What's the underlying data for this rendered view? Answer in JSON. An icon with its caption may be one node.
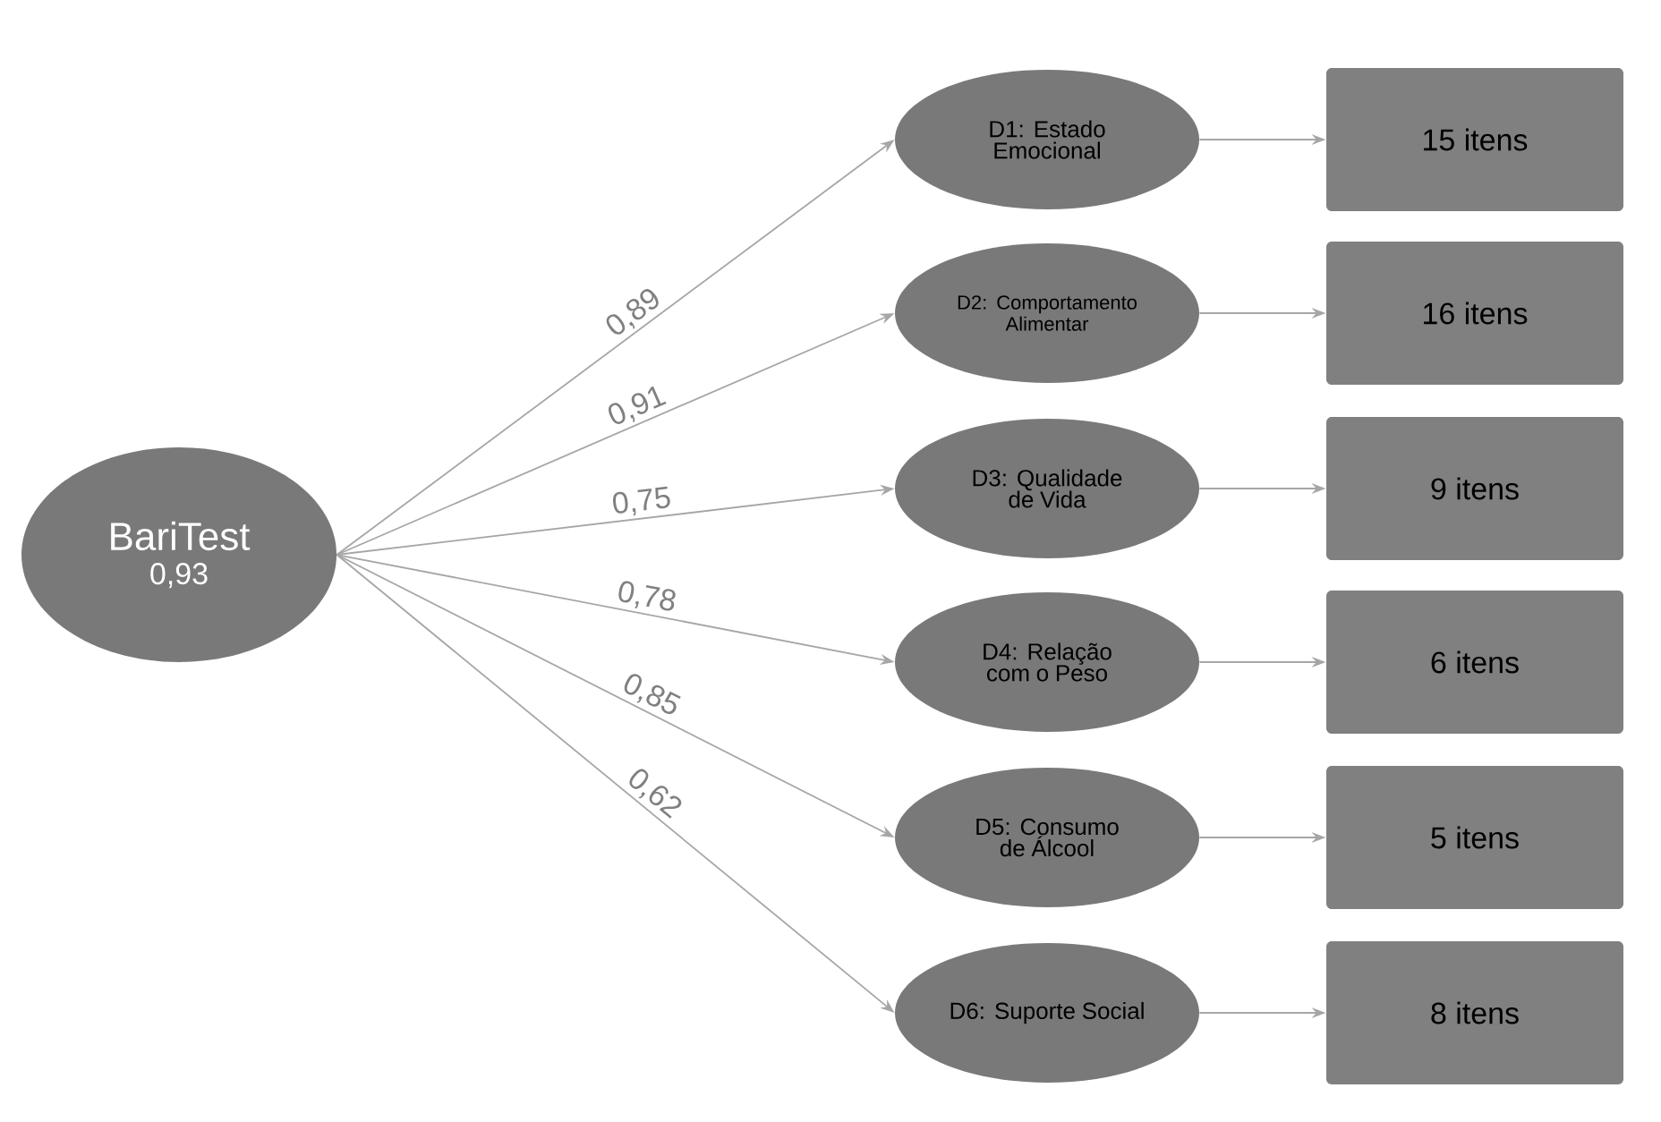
{
  "diagram": {
    "nodes": [
      {
        "text": [
          "BariTest",
          "0,93"
        ]
      },
      {
        "text": [
          "D1: Estado Emocional"
        ]
      },
      {
        "text": [
          "D2: Comportamento Alimentar"
        ]
      },
      {
        "text": [
          "D3: Qualidade de Vida"
        ]
      },
      {
        "text": [
          "D4: Relação com o Peso"
        ]
      },
      {
        "text": [
          "D5: Consumo de Álcool"
        ]
      },
      {
        "text": [
          "D6: Suporte Social"
        ]
      },
      {
        "text": [
          "15 itens"
        ]
      },
      {
        "text": [
          "16 itens"
        ]
      },
      {
        "text": [
          "9 itens"
        ]
      },
      {
        "text": [
          "6 itens"
        ]
      },
      {
        "text": [
          "5 itens"
        ]
      },
      {
        "text": [
          "8 itens"
        ]
      }
    ],
    "edges": [
      {
        "from": 0,
        "to": 1,
        "arrow": "to",
        "label": "0,89"
      },
      {
        "from": 0,
        "to": 2,
        "arrow": "to",
        "label": "0,91"
      },
      {
        "from": 0,
        "to": 3,
        "arrow": "to",
        "label": "0,75"
      },
      {
        "from": 0,
        "to": 4,
        "arrow": "to",
        "label": "0,78"
      },
      {
        "from": 0,
        "to": 5,
        "arrow": "to",
        "label": "0,85"
      },
      {
        "from": 0,
        "to": 6,
        "arrow": "to",
        "label": "0,62"
      },
      {
        "from": 1,
        "to": 7,
        "arrow": "to"
      },
      {
        "from": 2,
        "to": 8,
        "arrow": "to"
      },
      {
        "from": 3,
        "to": 9,
        "arrow": "to"
      },
      {
        "from": 4,
        "to": 10,
        "arrow": "to"
      },
      {
        "from": 5,
        "to": 11,
        "arrow": "to"
      },
      {
        "from": 6,
        "to": 12,
        "arrow": "to"
      }
    ]
  }
}
